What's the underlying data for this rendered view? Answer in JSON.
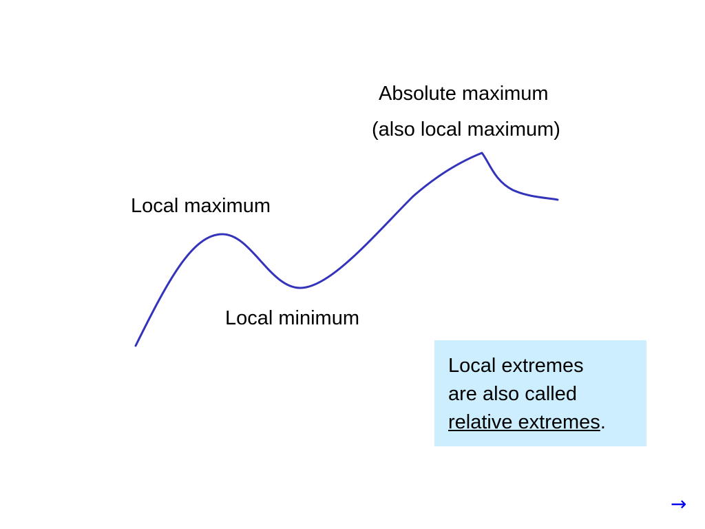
{
  "labels": {
    "absolute_max_line1": "Absolute maximum",
    "absolute_max_line2": "(also local maximum)",
    "local_max": "Local maximum",
    "local_min": "Local minimum"
  },
  "note": {
    "line1": "Local extremes",
    "line2": "are also called",
    "term": "relative extremes",
    "period": "."
  },
  "nav": {
    "next_arrow": "→"
  },
  "colors": {
    "curve": "#3333bb",
    "note_background": "#cceeff",
    "link": "#0000ee"
  }
}
